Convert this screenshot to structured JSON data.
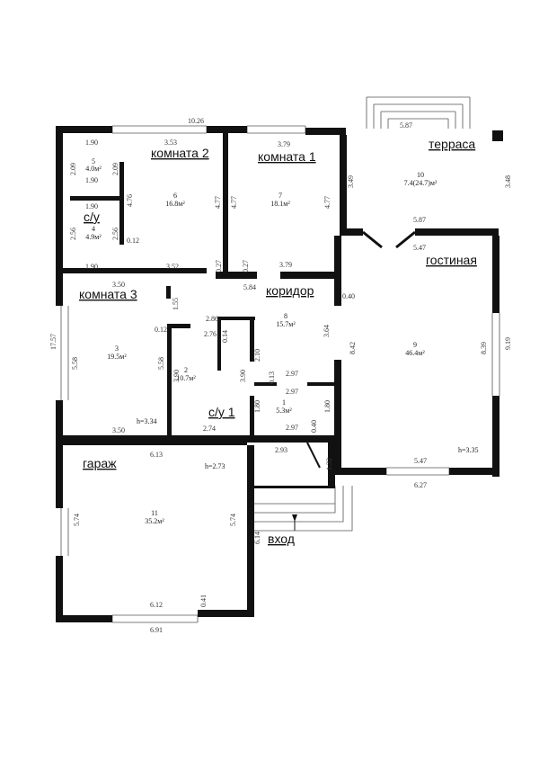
{
  "labels": {
    "komnata2": "комната 2",
    "komnata1": "комната 1",
    "terrasa": "терраса",
    "su": "с/у",
    "gostinaya": "гостиная",
    "koridor": "коридор",
    "komnata3": "комната 3",
    "su1": "с/у 1",
    "garazh": "гараж",
    "vhod": "вход"
  },
  "rooms": {
    "r5": {
      "n": "5",
      "a": "4.0м²"
    },
    "r6": {
      "n": "6",
      "a": "16.8м²"
    },
    "r7": {
      "n": "7",
      "a": "18.1м²"
    },
    "r10": {
      "n": "10",
      "a": "7.4(24.7)м²"
    },
    "r4": {
      "n": "4",
      "a": "4.9м²"
    },
    "r8": {
      "n": "8",
      "a": "15.7м²"
    },
    "r3": {
      "n": "3",
      "a": "19.5м²"
    },
    "r2": {
      "n": "2",
      "a": "10.7м²"
    },
    "r9": {
      "n": "9",
      "a": "46.4м²"
    },
    "r1": {
      "n": "1",
      "a": "5.3м²"
    },
    "r11": {
      "n": "11",
      "a": "35.2м²"
    }
  },
  "heights": {
    "h1": "h=3.34",
    "h2": "h=3.35",
    "h3": "h=2.73"
  },
  "dims": {
    "d1026": "10.26",
    "d587t": "5.87",
    "d190a": "1.90",
    "d353": "3.53",
    "d379a": "3.79",
    "d209a": "2.09",
    "d209b": "2.09",
    "d476": "4.76",
    "d477a": "4.77",
    "d477b": "4.77",
    "d477c": "4.77",
    "d349": "3.49",
    "d348": "3.48",
    "d190b": "1.90",
    "d190c": "1.90",
    "d256a": "2.56",
    "d256b": "2.56",
    "d012a": "0.12",
    "d587": "5.87",
    "d547a": "5.47",
    "d027a": "0.27",
    "d027b": "0.27",
    "d190d": "1.90",
    "d352": "3.52",
    "d379b": "3.79",
    "d584": "5.84",
    "d350a": "3.50",
    "d040a": "0.40",
    "d155": "1.55",
    "d286": "2.86",
    "d276": "2.76",
    "d014": "0.14",
    "d012b": "0.12",
    "d364": "3.64",
    "d1757": "17.57",
    "d558a": "5.58",
    "d558b": "5.58",
    "d390a": "3.90",
    "d390b": "3.90",
    "d210": "2.10",
    "d013": "0.13",
    "d297a": "2.97",
    "d297b": "2.97",
    "d297c": "2.97",
    "d842": "8.42",
    "d839": "8.39",
    "d919": "9.19",
    "d180a": "1.80",
    "d180b": "1.80",
    "d350b": "3.50",
    "d274": "2.74",
    "d040b": "0.40",
    "d613": "6.13",
    "d293": "2.93",
    "d132": "1.32",
    "d547b": "5.47",
    "d627": "6.27",
    "d574a": "5.74",
    "d574b": "5.74",
    "d614": "6.14",
    "d612": "6.12",
    "d041": "0.41",
    "d691": "6.91"
  }
}
